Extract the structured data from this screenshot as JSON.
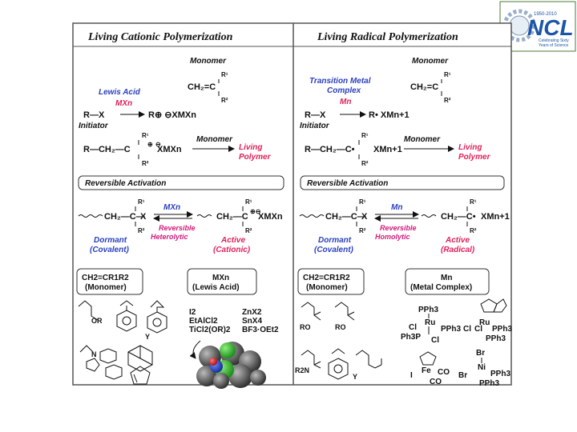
{
  "logo": {
    "mark": "NCL",
    "years": "1950-2010",
    "tagline_1": "Celebrating Sixty",
    "tagline_2": "Years of Science",
    "icon": "gear-logo-icon"
  },
  "left_panel": {
    "title": "Living Cationic Polymerization",
    "monomer_1": "Monomer",
    "lewis_acid": "Lewis Acid",
    "catalyst": "MXn",
    "initiator_label": "Initiator",
    "initiator": "R—X",
    "ion_pair": "R⊕ ⊖XMXn",
    "monomer_2": "Monomer",
    "living": "Living",
    "polymer": "Polymer",
    "reversible_activation": "Reversible Activation",
    "act_catalyst": "MXn",
    "reversible": "Reversible",
    "heterolytic": "Heterolytic",
    "dormant": "Dormant",
    "covalent": "(Covalent)",
    "active": "Active",
    "cationic": "(Cationic)",
    "monomer_box_formula": "CH2=CR1R2",
    "monomer_box_label": "(Monomer)",
    "lewis_box_formula": "MXn",
    "lewis_box_label": "(Lewis Acid)",
    "acids_col1": [
      "I2",
      "EtAlCl2",
      "TiCl2(OR)2"
    ],
    "acids_col2": [
      "ZnX2",
      "SnX4",
      "BF3·OEt2"
    ],
    "monomer_subst_1": "OR",
    "monomer_subst_2": "Y"
  },
  "right_panel": {
    "title": "Living Radical Polymerization",
    "monomer_1": "Monomer",
    "tm_line1": "Transition Metal",
    "tm_line2": "Complex",
    "catalyst": "Mn",
    "initiator_label": "Initiator",
    "initiator": "R—X",
    "radical_pair": "R• XMn+1",
    "monomer_2": "Monomer",
    "living": "Living",
    "polymer": "Polymer",
    "reversible_activation": "Reversible Activation",
    "act_catalyst": "Mn",
    "reversible": "Reversible",
    "homolytic": "Homolytic",
    "dormant": "Dormant",
    "covalent": "(Covalent)",
    "active": "Active",
    "radical": "(Radical)",
    "monomer_box_formula": "CH2=CR1R2",
    "monomer_box_label": "(Monomer)",
    "metal_box_formula": "Mn",
    "metal_box_label": "(Metal Complex)",
    "monomer_labels": [
      "RO",
      "RO",
      "R2N",
      "Y"
    ],
    "ru_complex_1": [
      "PPh3",
      "Ru",
      "PPh3",
      "Cl",
      "Cl",
      "Ph3P",
      "Cl"
    ],
    "ru_complex_2": [
      "Ru",
      "PPh3",
      "Cl",
      "PPh3"
    ],
    "fe_complex": [
      "Fe",
      "CO",
      "CO",
      "I"
    ],
    "ni_complex": [
      "Br",
      "Ni",
      "PPh3",
      "Br",
      "PPh3"
    ]
  },
  "colors": {
    "blue": "#2a3fbf",
    "red": "#e0205a",
    "magenta": "#d21a7a"
  }
}
